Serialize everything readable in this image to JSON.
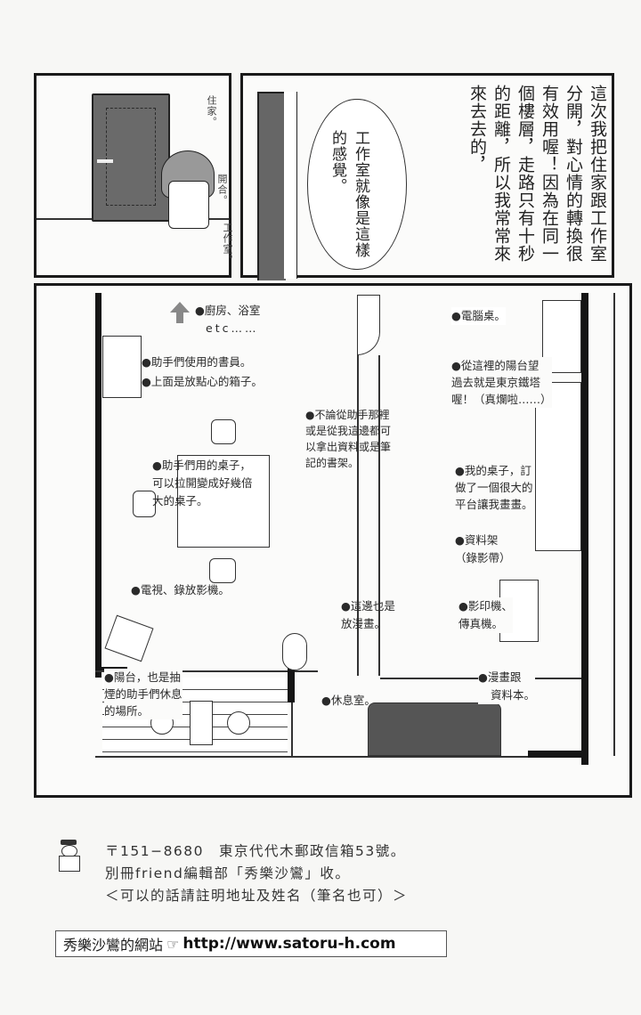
{
  "top_strip": {
    "panel1": {
      "labels": [
        "住家。",
        "開合。",
        "工作室。"
      ]
    },
    "panel2": {
      "speech_bubble": "工作室就像是這樣的感覺。"
    },
    "narration_columns": [
      "這次我把住家跟工作室",
      "分開，對心情的轉換很",
      "有效用喔！因為在同一",
      "個樓層，走路只有十秒",
      "的距離，所以我常常來",
      "來去去的，"
    ]
  },
  "floor_plan": {
    "labels": {
      "kitchen": [
        "●廚房、浴室",
        "etc……"
      ],
      "assistant_books": "●助手們使用的書員。",
      "snack_box": "●上面是放點心的箱子。",
      "assistant_table": [
        "●助手們用的桌子，",
        "可以拉開變成好幾倍",
        "大的桌子。"
      ],
      "bookshelf": [
        "●不論從助手那裡",
        "或是從我這邊都可",
        "以拿出資料或是筆",
        "記的書架。"
      ],
      "computer_desk": "●電腦桌。",
      "tokyo_tower": [
        "●從這裡的陽台望",
        "過去就是東京鐵塔",
        "喔！（真爛啦……）"
      ],
      "my_desk": [
        "●我的桌子，訂",
        "做了一個很大的",
        "平台讓我畫畫。"
      ],
      "reference_rack": [
        "●資料架",
        "（錄影帶）"
      ],
      "tv": "●電視、錄放影機。",
      "comics_here": [
        "●這邊也是",
        "放漫畫。"
      ],
      "copier": [
        "●影印機、",
        "傳真機。"
      ],
      "balcony": [
        "●陽台，也是抽",
        "煙的助手們休息",
        "的場所。"
      ],
      "lounge": "●休息室。",
      "comics_refs": [
        "●漫畫跟",
        "資料本。"
      ]
    }
  },
  "footer": {
    "address_lines": [
      "〒151−8680　東京代代木郵政信箱53號。",
      "別冊friend編輯部「秀樂沙鸞」收。",
      "＜可以的話請註明地址及姓名（筆名也可）＞"
    ],
    "website_label": "秀樂沙鸞的網站",
    "pointer_icon": "☞",
    "website_url": "http://www.satoru-h.com"
  }
}
